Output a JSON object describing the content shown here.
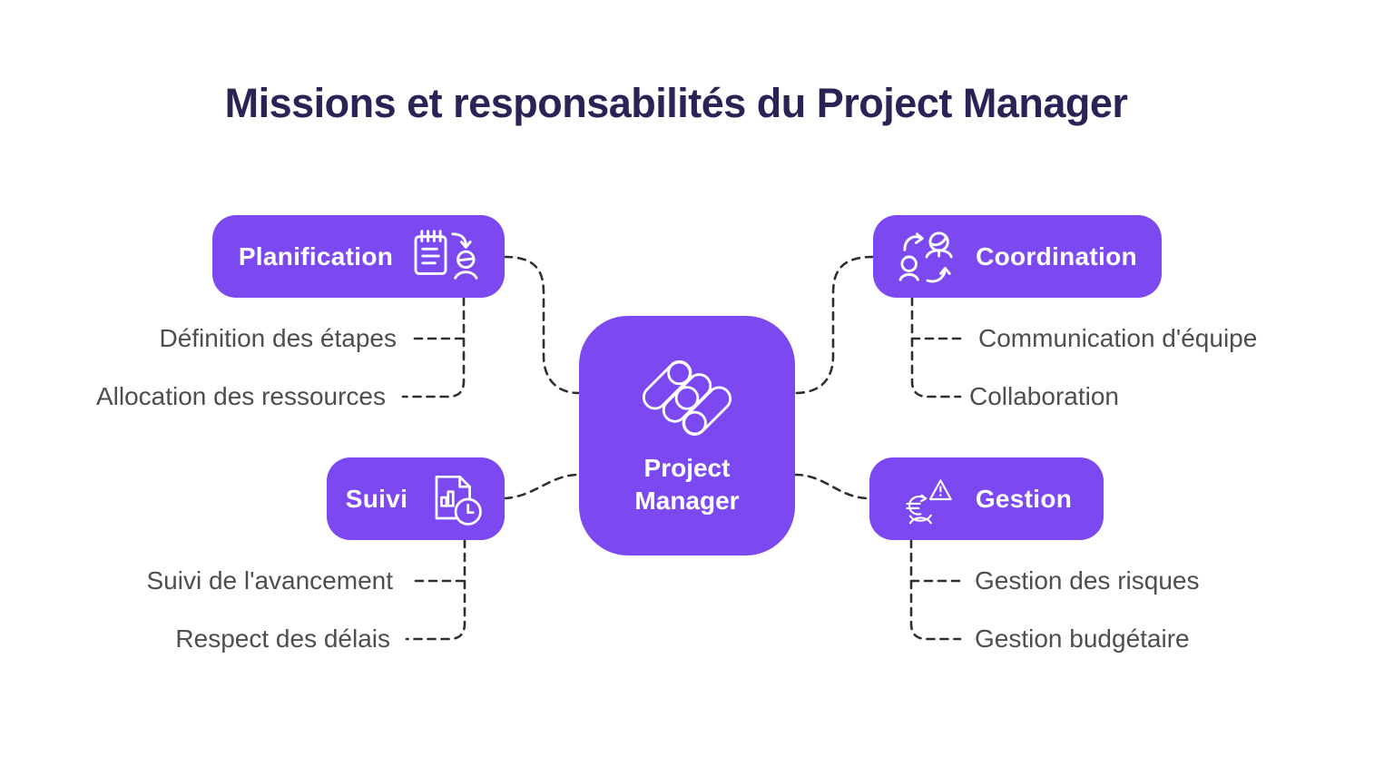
{
  "title": "Missions et responsabilités du Project Manager",
  "center": {
    "label": "Project Manager",
    "logo": "capsules-logo"
  },
  "branches": [
    {
      "id": "planification",
      "label": "Planification",
      "icon": "clipboard-assign-icon",
      "items": [
        "Définition des étapes",
        "Allocation des ressources"
      ]
    },
    {
      "id": "coordination",
      "label": "Coordination",
      "icon": "people-sync-icon",
      "items": [
        "Communication d'équipe",
        "Collaboration"
      ]
    },
    {
      "id": "suivi",
      "label": "Suivi",
      "icon": "report-clock-icon",
      "items": [
        "Suivi de l'avancement",
        "Respect des délais"
      ]
    },
    {
      "id": "gestion",
      "label": "Gestion",
      "icon": "euro-risk-icon",
      "items": [
        "Gestion des risques",
        "Gestion budgétaire"
      ]
    }
  ],
  "colors": {
    "accent_purple": "#7C49F0",
    "title_navy": "#2A2456",
    "label_gray": "#4E4E4E",
    "connector_dark": "#2F2F2F",
    "background": "#FFFFFF"
  }
}
